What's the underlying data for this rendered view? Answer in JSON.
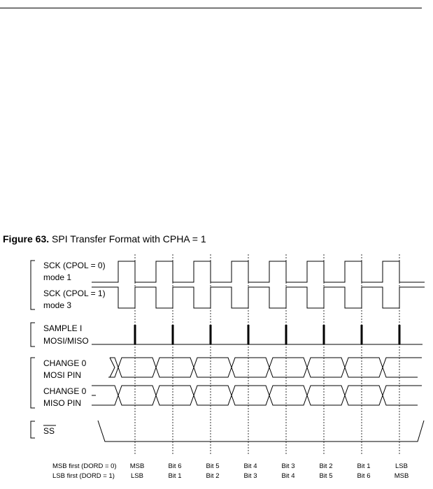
{
  "figure": {
    "label": "Figure 63.",
    "title": "SPI Transfer Format with CPHA = 1"
  },
  "signals": {
    "sck_cpol0": {
      "line1": "SCK (CPOL = 0)",
      "line2": "mode 1"
    },
    "sck_cpol1": {
      "line1": "SCK (CPOL = 1)",
      "line2": "mode 3"
    },
    "sample": {
      "line1": "SAMPLE I",
      "line2": "MOSI/MISO"
    },
    "change_mosi": {
      "line1": "CHANGE 0",
      "line2": "MOSI PIN"
    },
    "change_miso": {
      "line1": "CHANGE 0",
      "line2": "MISO PIN"
    },
    "ss": {
      "label": "SS"
    }
  },
  "bit_order": {
    "msb_row_label": "MSB first (DORD = 0)",
    "lsb_row_label": "LSB first (DORD = 1)",
    "msb_first": [
      "MSB",
      "Bit 6",
      "Bit 5",
      "Bit 4",
      "Bit 3",
      "Bit 2",
      "Bit 1",
      "LSB"
    ],
    "lsb_first": [
      "LSB",
      "Bit 1",
      "Bit 2",
      "Bit 3",
      "Bit 4",
      "Bit 5",
      "Bit 6",
      "MSB"
    ]
  }
}
